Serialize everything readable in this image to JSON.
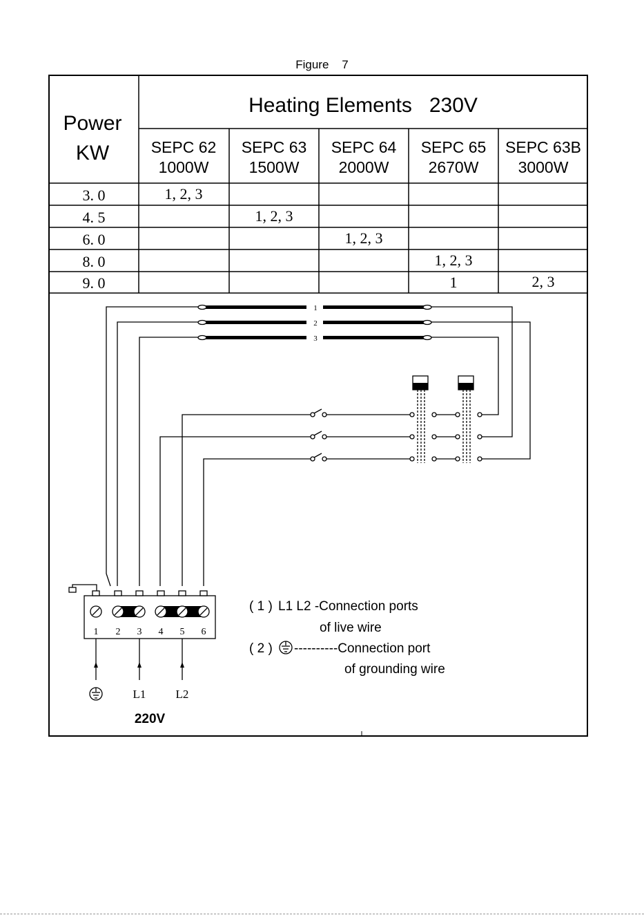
{
  "caption": "Figure    7",
  "table": {
    "row_header_line1": "Power",
    "row_header_line2": "KW",
    "group_header": "Heating Elements   230V",
    "columns": [
      {
        "model": "SEPC 62",
        "watts": "1000W"
      },
      {
        "model": "SEPC 63",
        "watts": "1500W"
      },
      {
        "model": "SEPC 64",
        "watts": "2000W"
      },
      {
        "model": "SEPC 65",
        "watts": "2670W"
      },
      {
        "model": "SEPC 63B",
        "watts": "3000W"
      }
    ],
    "rows": [
      {
        "power": "3. 0",
        "cells": [
          "1, 2, 3",
          "",
          "",
          "",
          ""
        ]
      },
      {
        "power": "4. 5",
        "cells": [
          "",
          "1, 2, 3",
          "",
          "",
          ""
        ]
      },
      {
        "power": "6. 0",
        "cells": [
          "",
          "",
          "1, 2, 3",
          "",
          ""
        ]
      },
      {
        "power": "8. 0",
        "cells": [
          "",
          "",
          "",
          "1, 2, 3",
          ""
        ]
      },
      {
        "power": "9. 0",
        "cells": [
          "",
          "",
          "",
          "1",
          "2, 3"
        ]
      }
    ]
  },
  "wiring": {
    "element_labels": [
      "1",
      "2",
      "3"
    ],
    "terminal_numbers": [
      "1",
      "2",
      "3",
      "4",
      "5",
      "6"
    ],
    "input_labels": {
      "l1": "L1",
      "l2": "L2"
    },
    "supply_voltage": "220V",
    "legend": {
      "item1_prefix": "( 1 )",
      "item1_text": "L1 L2 -Connection ports",
      "item1_text2": "of live wire",
      "item2_prefix": "( 2 )",
      "item2_text": "----------Connection port",
      "item2_text2": "of grounding wire"
    }
  }
}
